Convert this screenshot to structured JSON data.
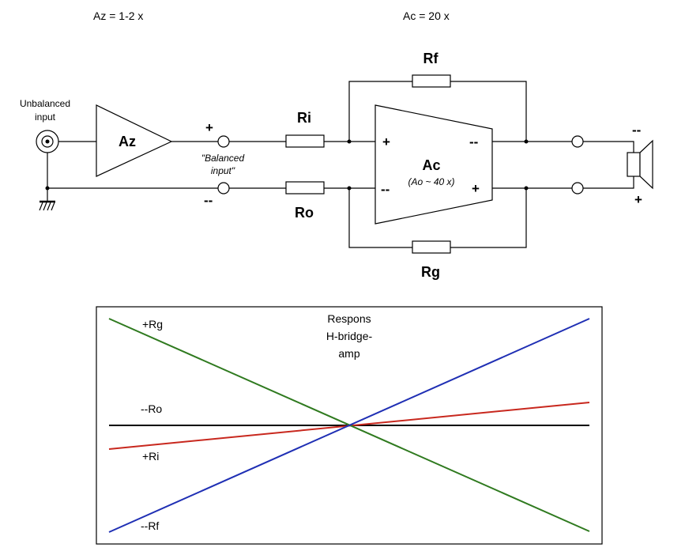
{
  "schematic": {
    "gain_az": "Az = 1-2 x",
    "gain_ac": "Ac = 20 x",
    "input_label_line1": "Unbalanced",
    "input_label_line2": "input",
    "balanced_line1": "\"Balanced",
    "balanced_line2": "input\"",
    "az_label": "Az",
    "ac_label": "Ac",
    "ac_sub": "(Ao ~ 40 x)",
    "rf_label": "Rf",
    "ri_label": "Ri",
    "ro_label": "Ro",
    "rg_label": "Rg",
    "plus": "+",
    "minus": "--"
  },
  "response": {
    "title_line1": "Respons",
    "title_line2": "H-bridge-",
    "title_line3": "amp",
    "labels": {
      "rg": "+Rg",
      "ro": "--Ro",
      "ri": "+Ri",
      "rf": "--Rf"
    },
    "colors": {
      "rg": "#2f7a1f",
      "ro": "#000000",
      "ri": "#c8281e",
      "rf": "#1f2fb4"
    }
  }
}
